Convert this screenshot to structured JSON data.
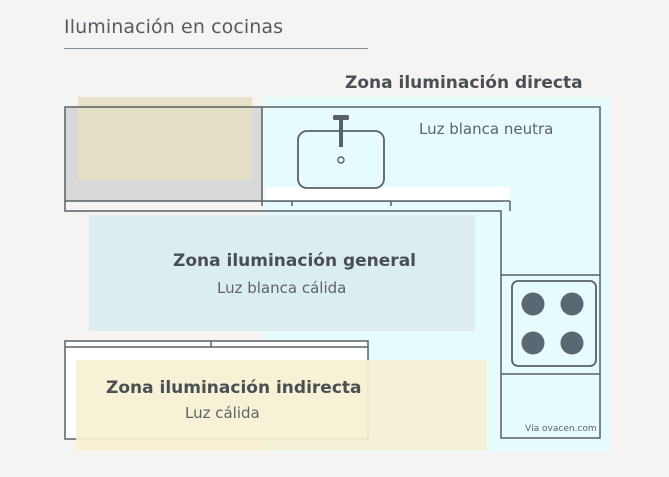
{
  "title": "Iluminación en cocinas",
  "zones": {
    "direct": {
      "title": "Zona iluminación directa",
      "subtitle": "Luz blanca neutra"
    },
    "general": {
      "title": "Zona iluminación general",
      "subtitle": "Luz blanca cálida"
    },
    "indirect": {
      "title": "Zona iluminación indirecta",
      "subtitle": "Luz cálida"
    }
  },
  "credit": "Vía ovacen.com",
  "colors": {
    "background": "#f6f3f3",
    "direct_zone": "#e6fbfc",
    "general_zone": "#dcedf0",
    "indirect_zone": "#f6f0d2",
    "upper_cabinet_overlay": "#e6e0c4",
    "counter_gray": "#d8d9db",
    "outline": "#5a6067",
    "burner": "#596873"
  }
}
